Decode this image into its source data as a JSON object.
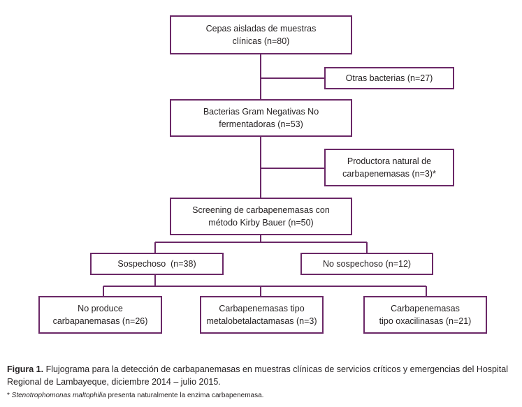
{
  "nodes": {
    "cepas": [
      "Cepas aisladas de muestras",
      "clínicas (n=80)"
    ],
    "otras": [
      "Otras bacterias (n=27)"
    ],
    "gram": [
      "Bacterias Gram Negativas No",
      "fermentadoras (n=53)"
    ],
    "productora": [
      "Productora natural de",
      "carbapenemasas (n=3)*"
    ],
    "screening": [
      "Screening de carbapenemasas con",
      "método Kirby Bauer (n=50)"
    ],
    "sospechoso": [
      "Sospechoso  (n=38)"
    ],
    "no_sospechoso": [
      "No sospechoso (n=12)"
    ],
    "no_produce": [
      "No produce",
      "carbapanemasas (n=26)"
    ],
    "metalo": [
      "Carbapenemasas tipo",
      "metalobetalactamasas (n=3)"
    ],
    "oxa": [
      "Carbapenemasas",
      "tipo oxacilinasas (n=21)"
    ]
  },
  "caption": {
    "label": "Figura 1.",
    "text": " Flujograma para la detección de carbapanemasas en muestras clínicas de servicios críticos y emergencias del Hospital Regional de Lambayeque, diciembre 2014 – julio 2015."
  },
  "footnote": {
    "prefix": "* ",
    "species": "Stenotrophomonas maltophilia",
    "text": " presenta naturalmente la enzima carbapenemasa."
  },
  "colors": {
    "line": "#6b2867",
    "text": "#231f20"
  }
}
